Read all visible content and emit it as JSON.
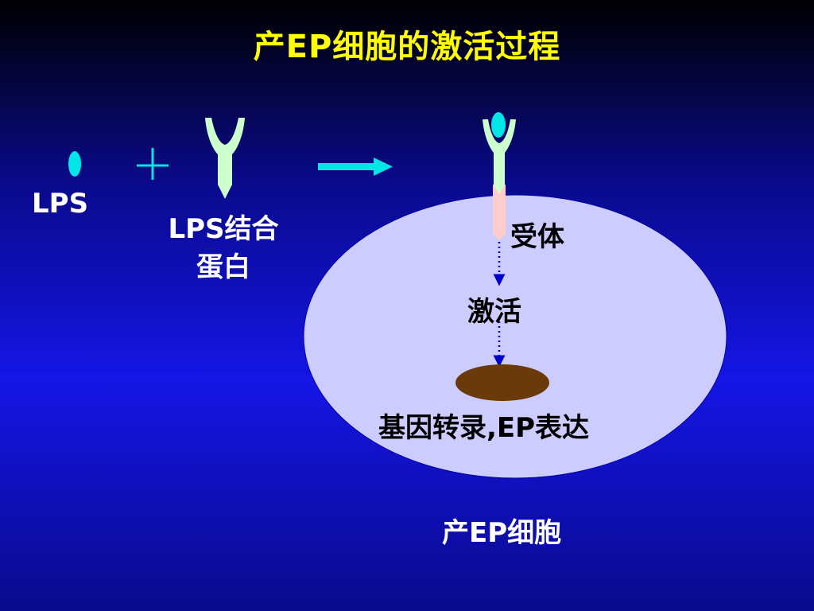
{
  "title": "产EP细胞的激活过程",
  "labels": {
    "lps": "LPS",
    "lps_binding_protein_line1": "LPS结合",
    "lps_binding_protein_line2": "蛋白",
    "plus": "+",
    "receptor": "受体",
    "activation": "激活",
    "transcription": "基因转录,EP表达",
    "cell": "产EP细胞"
  },
  "colors": {
    "background_top": "#000000",
    "background_mid": "#1515e6",
    "title": "#ffff00",
    "lps_particle": "#00e5e5",
    "binding_protein": "#ccffcc",
    "receptor_stem": "#ffcccc",
    "cell_fill": "#ccccff",
    "nucleus": "#6b3a0a",
    "arrow": "#00e5e5",
    "signal_arrow": "#0000cc"
  }
}
